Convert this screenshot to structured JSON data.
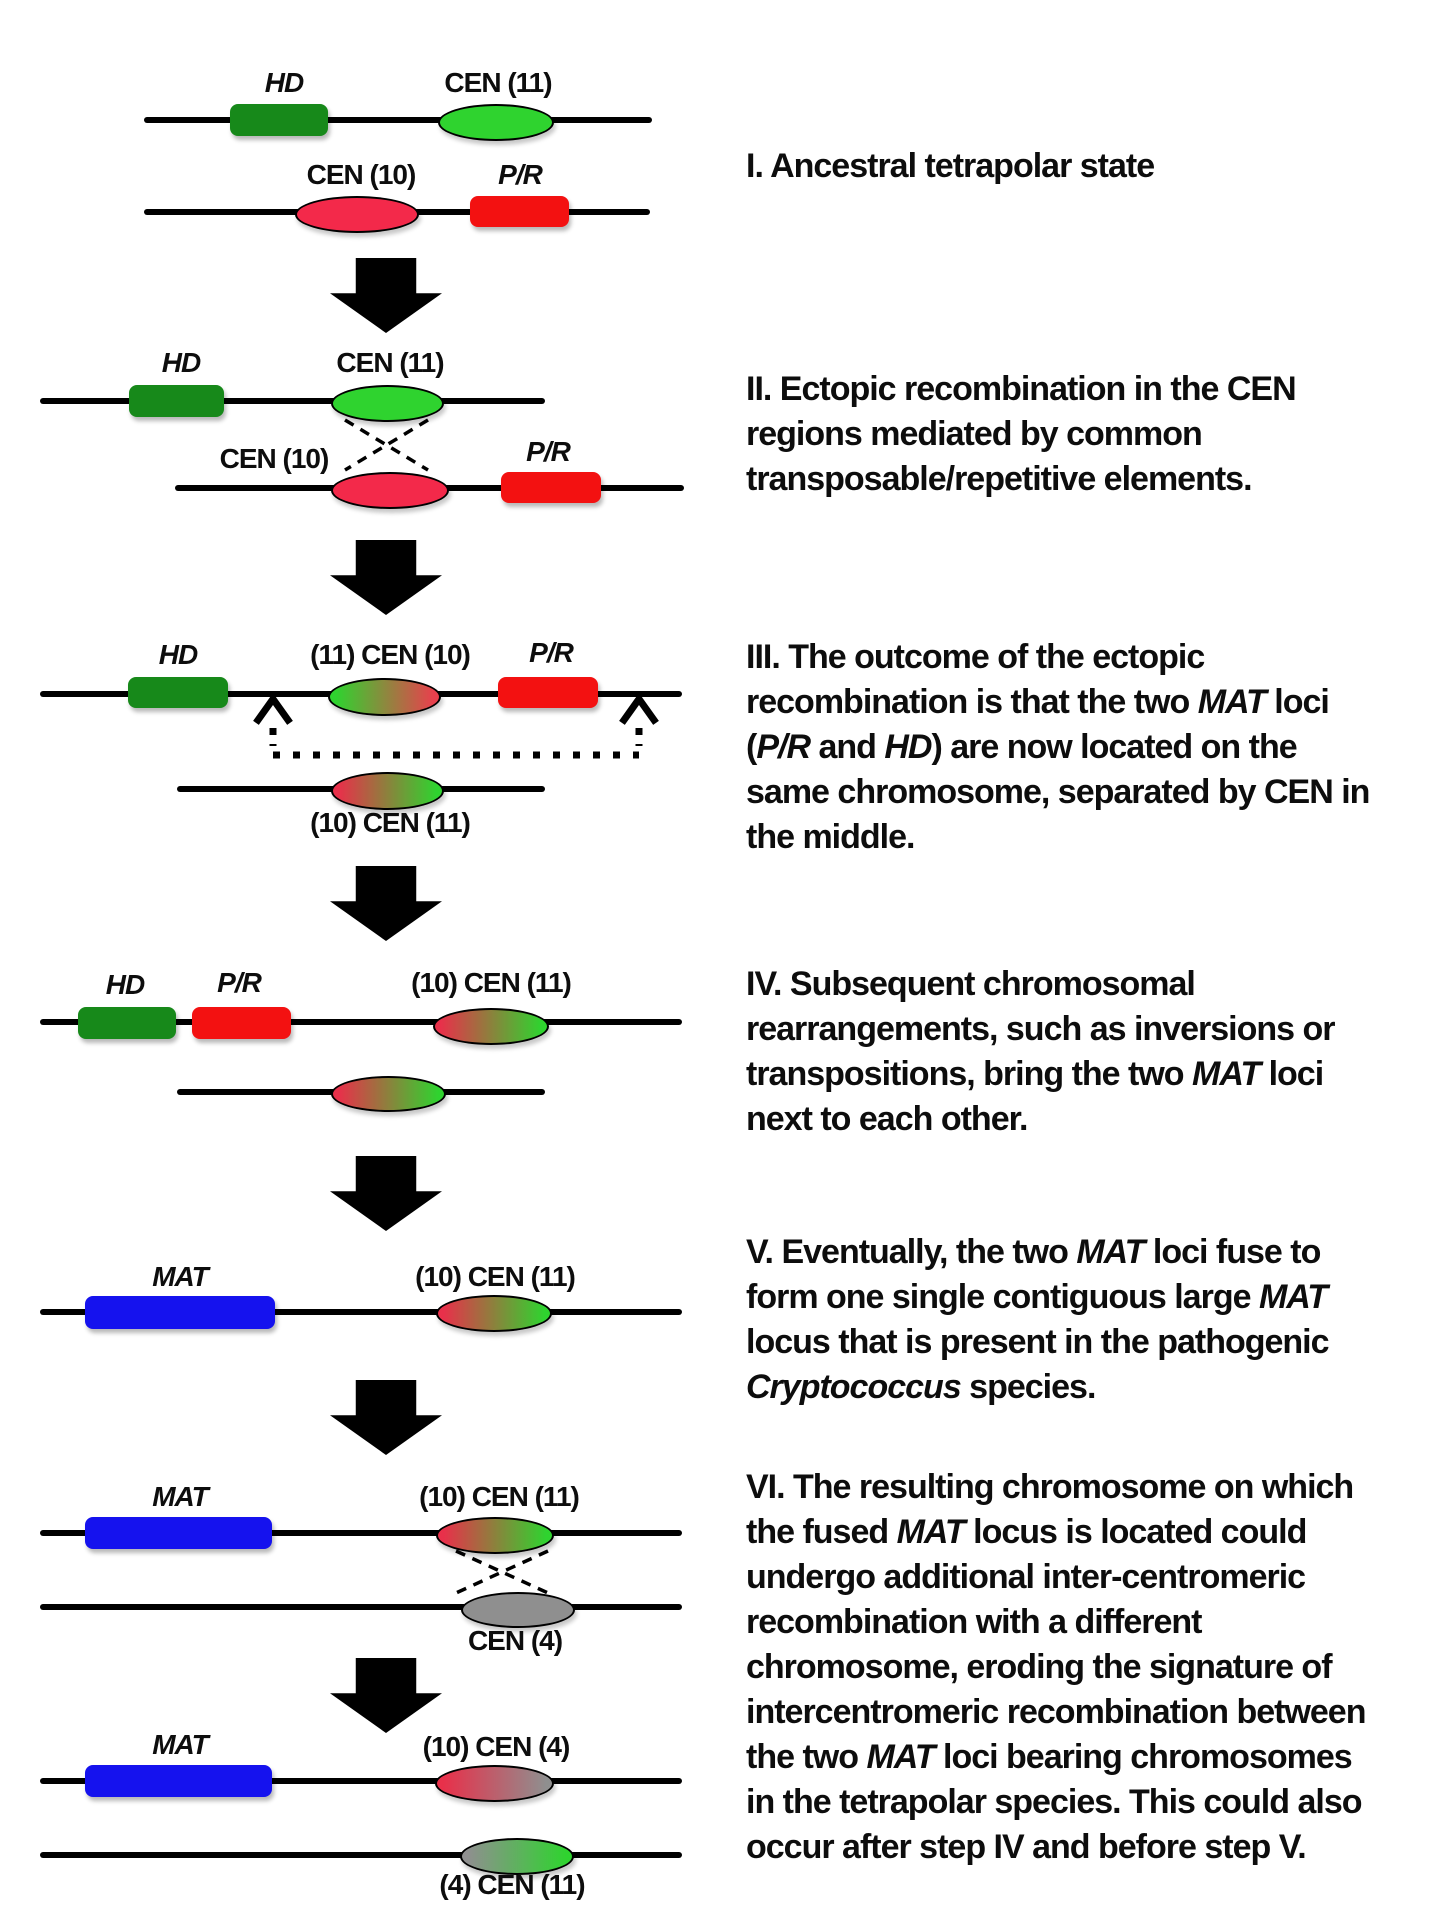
{
  "labels": {
    "hd": "HD",
    "pr": "P/R",
    "mat": "MAT",
    "cen11": "CEN (11)",
    "cen10": "CEN (10)",
    "cen4": "CEN (4)",
    "cen_11_10": "(11) CEN (10)",
    "cen_10_11": "(10) CEN (11)",
    "cen_10_4": "(10) CEN (4)",
    "cen_4_11": "(4) CEN (11)"
  },
  "colors": {
    "hd_green": "#17891a",
    "pr_red": "#f31111",
    "mat_blue": "#1512ee",
    "cen11_green": "#2fd32f",
    "cen10_crimson": "#f3294a",
    "cen4_gray": "#8f8f8f",
    "chromosome_line": "#000000",
    "arrow": "#000000"
  },
  "stages": [
    {
      "num": "I",
      "desc": [
        {
          "t": "I. Ancestral tetrapolar state"
        }
      ]
    },
    {
      "num": "II",
      "desc": [
        {
          "t": "II. Ectopic recombination in the CEN regions mediated by common transposable/repetitive elements."
        }
      ]
    },
    {
      "num": "III",
      "desc": [
        {
          "t": "III. The outcome of the ectopic recombination is that the two "
        },
        {
          "t": "MAT",
          "i": true
        },
        {
          "t": " loci ("
        },
        {
          "t": "P/R",
          "i": true
        },
        {
          "t": " and "
        },
        {
          "t": "HD",
          "i": true
        },
        {
          "t": ") are now located on the same chromosome, separated by CEN in the middle."
        }
      ]
    },
    {
      "num": "IV",
      "desc": [
        {
          "t": "IV. Subsequent chromosomal rearrangements, such as inversions or transpositions, bring the two "
        },
        {
          "t": "MAT",
          "i": true
        },
        {
          "t": " loci next to each other."
        }
      ]
    },
    {
      "num": "V",
      "desc": [
        {
          "t": "V. Eventually, the two "
        },
        {
          "t": "MAT",
          "i": true
        },
        {
          "t": " loci fuse to form one single contiguous large "
        },
        {
          "t": "MAT",
          "i": true
        },
        {
          "t": " locus that is present in the pathogenic "
        },
        {
          "t": "Cryptococcus",
          "i": true
        },
        {
          "t": " species."
        }
      ]
    },
    {
      "num": "VI",
      "desc": [
        {
          "t": "VI. The resulting chromosome on which the fused "
        },
        {
          "t": "MAT",
          "i": true
        },
        {
          "t": " locus is located could undergo additional inter-centromeric recombination with a different chromosome, eroding the signature of intercentromeric recombination between the two "
        },
        {
          "t": "MAT",
          "i": true
        },
        {
          "t": " loci bearing chromosomes in the tetrapolar species. This could also occur after step IV and before step V."
        }
      ]
    }
  ]
}
